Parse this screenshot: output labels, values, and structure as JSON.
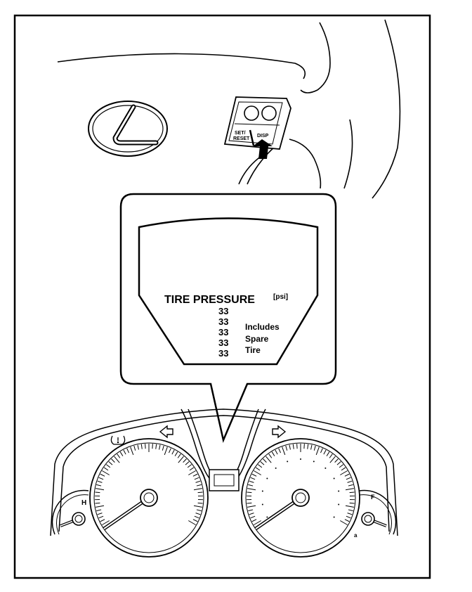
{
  "display": {
    "title": "TIRE PRESSURE",
    "unit": "[psi]",
    "readings": [
      "33",
      "33",
      "33",
      "33",
      "33"
    ],
    "note_lines": [
      "Includes",
      "Spare",
      "Tire"
    ]
  },
  "switch": {
    "set_reset_line1": "SET/",
    "set_reset_line2": "RESET",
    "disp_label": "DISP"
  },
  "gauges": {
    "left_small_mark": "H",
    "right_small_mark": "F",
    "right_small_bottom_mark": "a"
  },
  "icons": [
    "lexus-emblem-icon",
    "tire-pressure-warning-icon",
    "left-turn-arrow-icon",
    "right-turn-arrow-icon",
    "pointer-arrow-icon"
  ]
}
